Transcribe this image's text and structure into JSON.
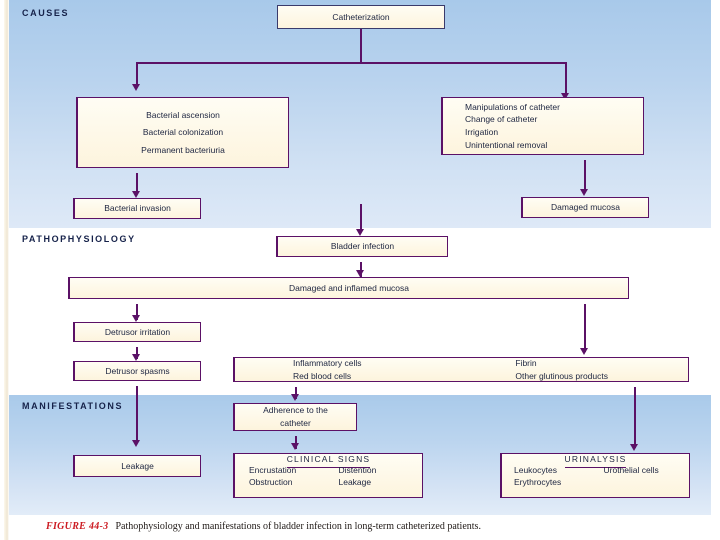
{
  "figure": {
    "number": "FIGURE 44-3",
    "caption": "Pathophysiology and manifestations of bladder infection in long-term catheterized patients."
  },
  "sections": {
    "causes": "CAUSES",
    "pathophysiology": "PATHOPHYSIOLOGY",
    "manifestations": "MANIFESTATIONS"
  },
  "nodes": {
    "catheterization": "Catheterization",
    "ascension": {
      "line1": "Bacterial ascension",
      "line2": "Bacterial colonization",
      "line3": "Permanent bacteriuria"
    },
    "manipulations": {
      "line1": "Manipulations of catheter",
      "line2": "Change of catheter",
      "line3": "Irrigation",
      "line4": "Unintentional removal"
    },
    "bacterial_invasion": "Bacterial invasion",
    "damaged_mucosa": "Damaged mucosa",
    "bladder_infection": "Bladder infection",
    "damaged_inflamed_mucosa": "Damaged and inflamed mucosa",
    "detrusor_irritation": "Detrusor irritation",
    "detrusor_spasms": "Detrusor spasms",
    "exudate": {
      "col1_line1": "Inflammatory cells",
      "col1_line2": "Red blood cells",
      "col2_line1": "Fibrin",
      "col2_line2": "Other glutinous products"
    },
    "adherence": {
      "line1": "Adherence to the",
      "line2": "catheter"
    },
    "leakage": "Leakage",
    "clinical_signs": {
      "title": "CLINICAL SIGNS",
      "col1_line1": "Encrustation",
      "col1_line2": "Obstruction",
      "col2_line1": "Distention",
      "col2_line2": "Leakage"
    },
    "urinalysis": {
      "title": "URINALYSIS",
      "col1_line1": "Leukocytes",
      "col1_line2": "Erythrocytes",
      "col2_line1": "Urothelial cells"
    }
  },
  "colors": {
    "line": "#5b1166",
    "box_fill": "#fdf4dd",
    "band_blue": "#b9d3ee",
    "caption_red": "#cc1b22",
    "section_label": "#16224a"
  }
}
